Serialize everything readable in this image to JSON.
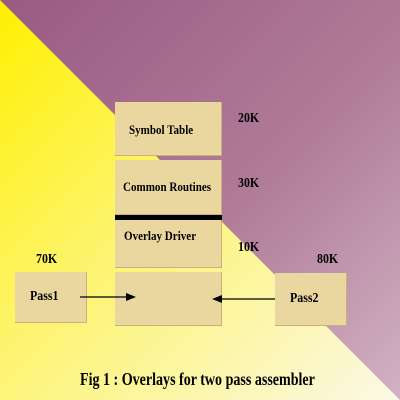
{
  "diagram": {
    "segments": {
      "symbol_table": {
        "label": "Symbol Table",
        "size": "20K"
      },
      "common_routines": {
        "label": "Common Routines",
        "size": "30K"
      },
      "overlay_driver": {
        "label": "Overlay Driver",
        "size": "10K"
      },
      "pass_area": {
        "label": ""
      }
    },
    "pass1": {
      "label": "Pass1",
      "size": "70K"
    },
    "pass2": {
      "label": "Pass2",
      "size": "80K"
    },
    "caption": "Fig 1 : Overlays for two pass assembler"
  },
  "colors": {
    "purple": "#a7698c",
    "yellow": "#fff200",
    "box_fill": "#ead7a0",
    "text": "#000000"
  }
}
